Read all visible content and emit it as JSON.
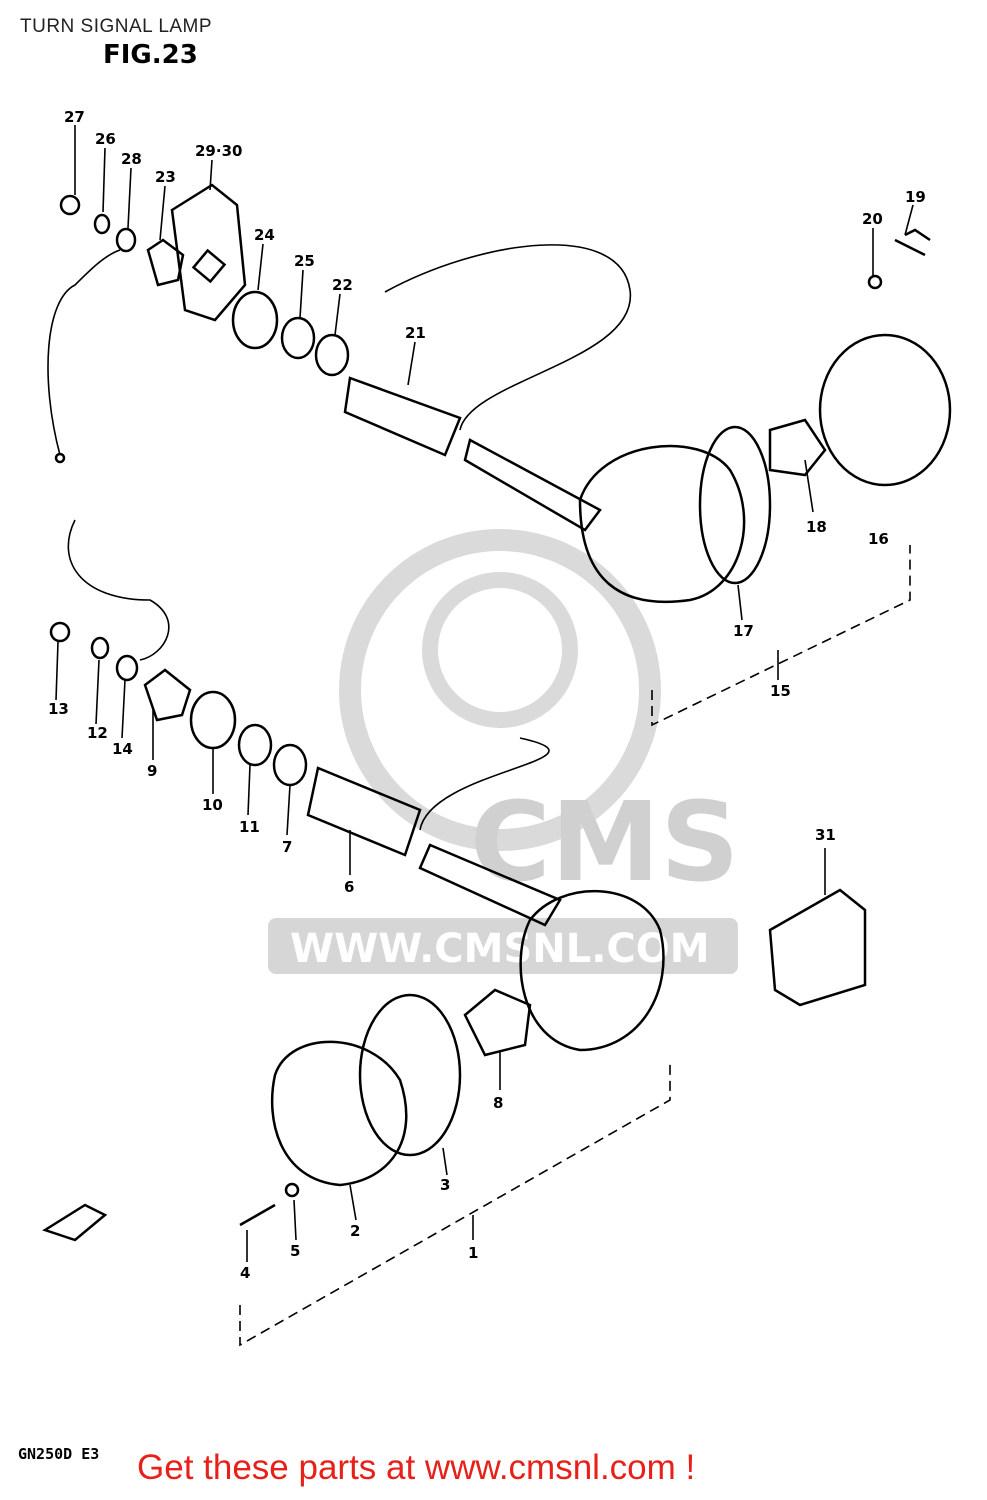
{
  "header": {
    "title": "TURN SIGNAL LAMP",
    "figure": "FIG.23"
  },
  "watermark": {
    "text": "WWW.CMSNL.COM",
    "logo_text": "CMS"
  },
  "parts": [
    {
      "num": "1"
    },
    {
      "num": "2"
    },
    {
      "num": "3"
    },
    {
      "num": "4"
    },
    {
      "num": "5"
    },
    {
      "num": "6"
    },
    {
      "num": "7"
    },
    {
      "num": "8"
    },
    {
      "num": "9"
    },
    {
      "num": "10"
    },
    {
      "num": "11"
    },
    {
      "num": "12"
    },
    {
      "num": "13"
    },
    {
      "num": "14"
    },
    {
      "num": "15"
    },
    {
      "num": "16"
    },
    {
      "num": "17"
    },
    {
      "num": "18"
    },
    {
      "num": "19"
    },
    {
      "num": "20"
    },
    {
      "num": "21"
    },
    {
      "num": "22"
    },
    {
      "num": "23"
    },
    {
      "num": "24"
    },
    {
      "num": "25"
    },
    {
      "num": "26"
    },
    {
      "num": "27"
    },
    {
      "num": "28"
    },
    {
      "num": "29·30"
    },
    {
      "num": "31"
    }
  ],
  "footer": {
    "model": "GN250D E3",
    "cta": "Get these parts at www.cmsnl.com !"
  },
  "colors": {
    "cta": "#e8201a",
    "watermark": "#cccccc",
    "line": "#000000"
  }
}
